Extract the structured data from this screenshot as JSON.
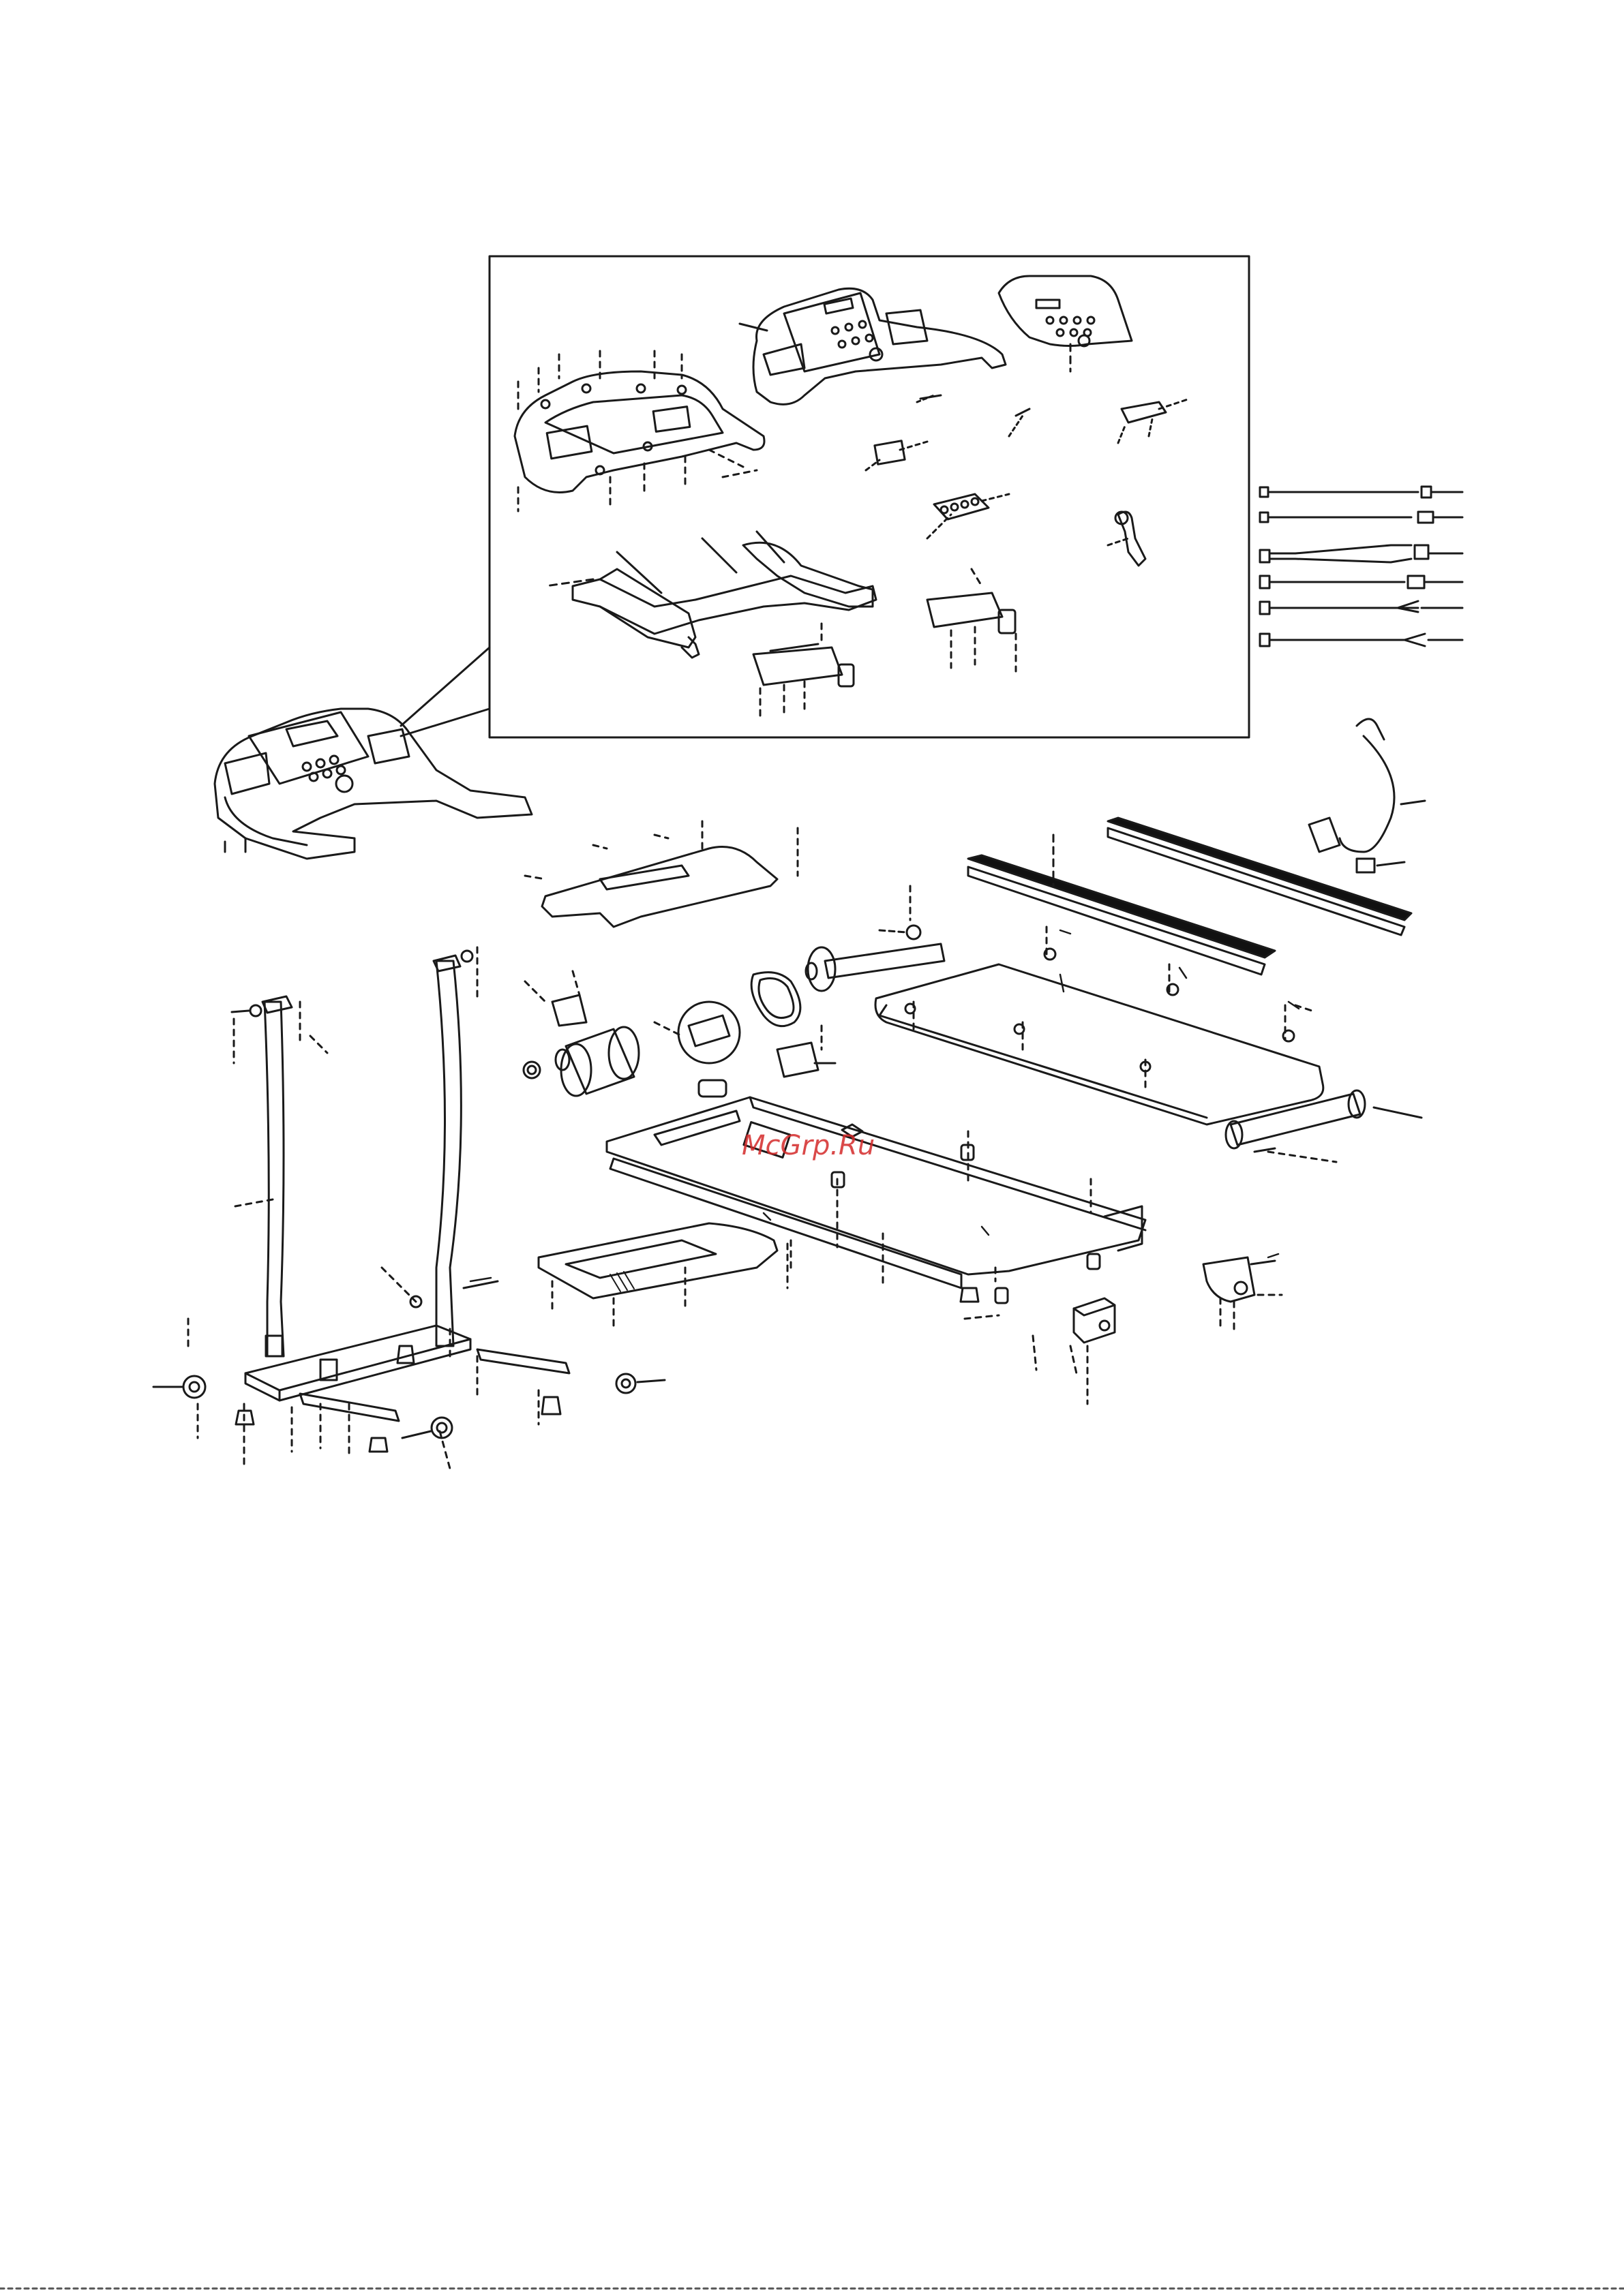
{
  "watermark": {
    "text": "McGrp.Ru",
    "color": "#d42a2a"
  },
  "colors": {
    "line": "#1a1a1a",
    "belt": "#111111",
    "background": "#ffffff"
  },
  "parts": [
    "console-assembly",
    "console-top-view",
    "console-overlay",
    "console-bottom-cover",
    "handlebar-frame",
    "side-handle-left",
    "side-handle-right",
    "end-cap-left",
    "end-cap-right",
    "wire-harness-1",
    "wire-harness-2",
    "wire-harness-3",
    "wire-harness-4",
    "wire-harness-5",
    "wire-harness-6",
    "power-cord",
    "side-rail-left",
    "side-rail-right",
    "motor-hood",
    "front-roller",
    "drive-belt",
    "motor",
    "controller-board",
    "running-deck",
    "rear-roller",
    "main-frame",
    "upright-left",
    "upright-right",
    "base-frame",
    "lower-board-tray",
    "incline-motor",
    "rear-end-cap",
    "wheel",
    "leveling-foot"
  ]
}
